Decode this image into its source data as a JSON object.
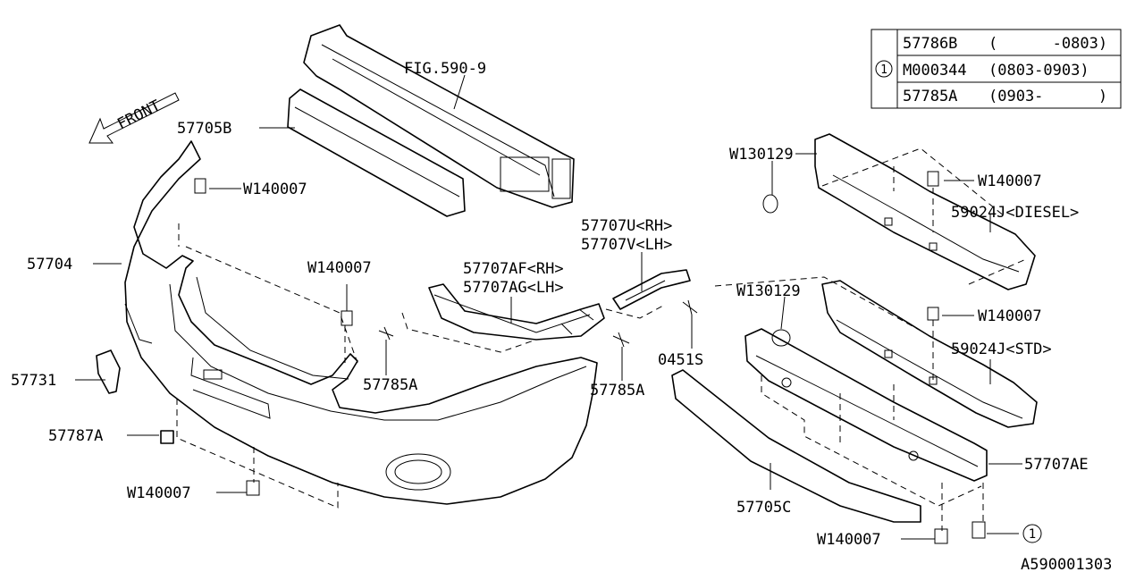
{
  "diagram_id": "A590001303",
  "front_label": "FRONT",
  "table": {
    "callout": "1",
    "rows": [
      {
        "part": "57786B",
        "range": "(      -0803)"
      },
      {
        "part": "M000344",
        "range": "(0803-0903)"
      },
      {
        "part": "57785A",
        "range": "(0903-      )"
      }
    ]
  },
  "labels": {
    "fig": "FIG.590-9",
    "p57705B": "57705B",
    "w140007_a": "W140007",
    "p57704": "57704",
    "w140007_b": "W140007",
    "p57731": "57731",
    "p57787A": "57787A",
    "w140007_c": "W140007",
    "p57785A_a": "57785A",
    "p57707AF": "57707AF<RH>",
    "p57707AG": "57707AG<LH>",
    "p57707U": "57707U<RH>",
    "p57707V": "57707V<LH>",
    "p57785A_b": "57785A",
    "p0451S": "0451S",
    "w130129_a": "W130129",
    "w140007_d": "W140007",
    "p59024J_diesel": "59024J<DIESEL>",
    "w130129_b": "W130129",
    "w140007_e": "W140007",
    "p59024J_std": "59024J<STD>",
    "p57707AE": "57707AE",
    "p57705C": "57705C",
    "w140007_f": "W140007",
    "callout_ref": "1"
  }
}
